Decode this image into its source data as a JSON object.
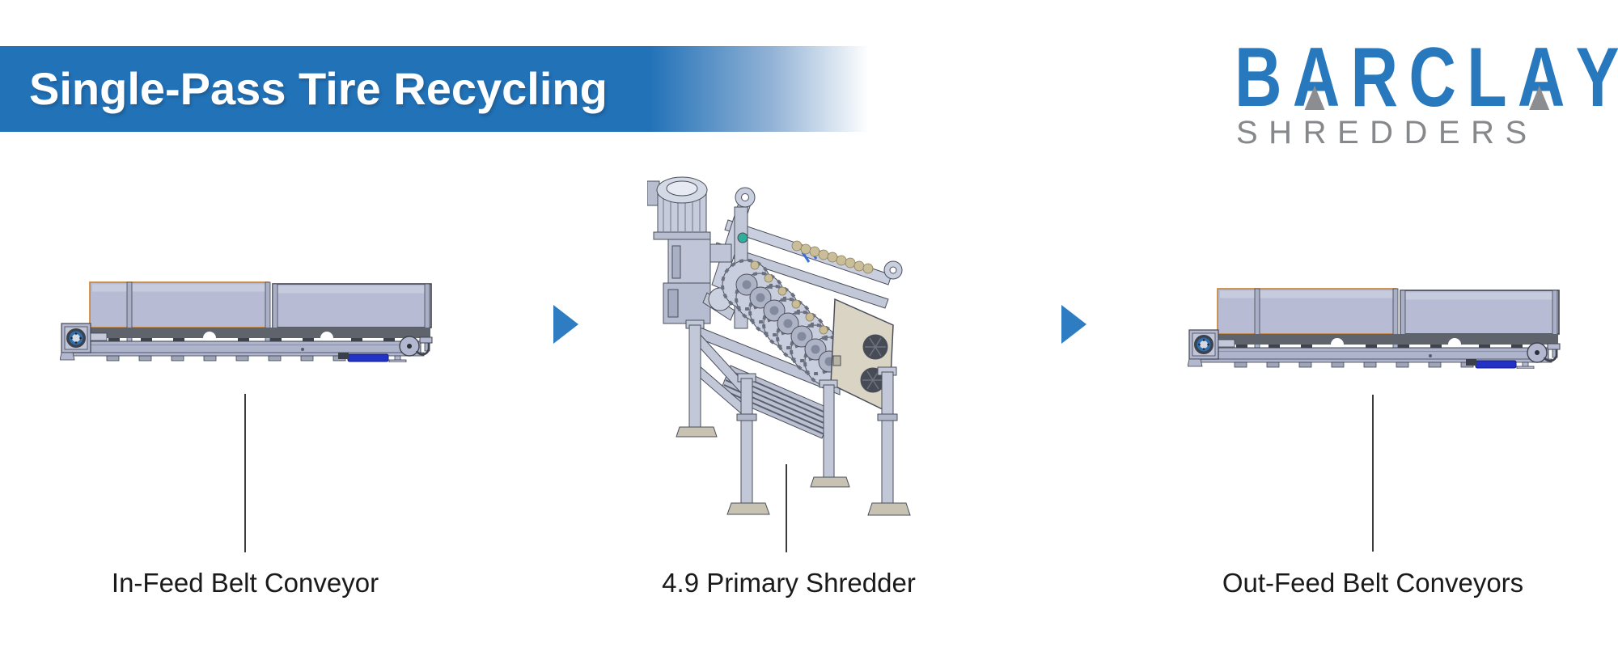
{
  "header": {
    "title": "Single-Pass Tire Recycling"
  },
  "logo": {
    "brand": "BARCLAY",
    "letters": [
      "B",
      "A",
      "R",
      "C",
      "L",
      "A",
      "Y"
    ],
    "subtitle": "SHREDDERS",
    "brand_color": "#2878BE",
    "subtitle_color": "#86888B"
  },
  "flow": {
    "steps": [
      {
        "id": "in-feed",
        "label": "In-Feed Belt Conveyor",
        "figure": "in-feed-belt-conveyor-drawing"
      },
      {
        "id": "shredder",
        "label": "4.9 Primary Shredder",
        "figure": "primary-shredder-drawing"
      },
      {
        "id": "out-feed",
        "label": "Out-Feed Belt Conveyors",
        "figure": "out-feed-belt-conveyors-drawing"
      }
    ],
    "arrow_icon": "right-arrow",
    "arrow_color": "#2E7CC1"
  },
  "colors": {
    "banner_blue": "#2272B8",
    "label_text": "#1A1A1A",
    "leader_line": "#3C3C3C"
  }
}
